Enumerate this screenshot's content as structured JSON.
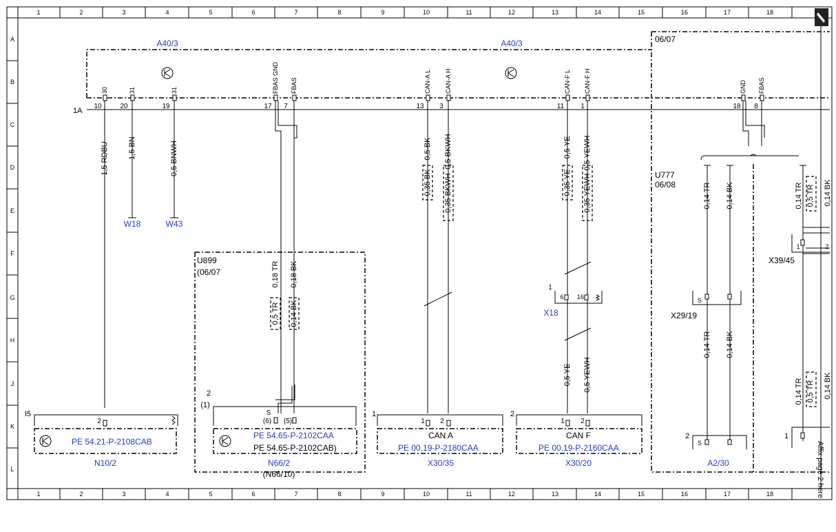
{
  "grid": {
    "columns": [
      "1",
      "2",
      "3",
      "4",
      "5",
      "6",
      "7",
      "8",
      "9",
      "10",
      "11",
      "12",
      "13",
      "14",
      "15",
      "16",
      "17",
      "18"
    ],
    "rows": [
      "A",
      "B",
      "C",
      "D",
      "E",
      "F",
      "G",
      "H",
      "J",
      "K",
      "L"
    ]
  },
  "labels": {
    "a40_left": "A40/3",
    "a40_mid": "A40/3",
    "date_top": "06/07",
    "bus_1a": "1A",
    "u777": "U777",
    "u777_date": "06/08",
    "u899": "U899",
    "u899_date": "(06/07",
    "w18": "W18",
    "w43": "W43",
    "x18": "X18",
    "x18_num": "1",
    "x29": "X29/19",
    "x39": "X39/45",
    "i5": "I5",
    "n10": "N10/2",
    "n66": "N66/2",
    "n66_paren": "(N66/10)",
    "x30_35": "X30/35",
    "x30_20": "X30/20",
    "a2_30": "A2/30",
    "can_a": "CAN A",
    "can_f": "CAN F",
    "n66_num": "2",
    "n66_num_paren": "(1)",
    "x30_35_num": "1",
    "x30_20_num": "2",
    "a2_30_num": "2",
    "right_num": "1",
    "affix": "Affix page 2 here"
  },
  "references": {
    "n10": "PE 54.21-P-2108CAB",
    "n66_a": "PE 54.65-P-2102CAA",
    "n66_b": "PE 54.65-P-2102CAB)",
    "x30_35": "PE 00.19-P-2180CAA",
    "x30_20": "PE 00.19-P-2160CAA"
  },
  "pins_top": {
    "p30": "30",
    "p31a": "31",
    "p31b": "31",
    "fbas_gnd": "FBAS GND",
    "fbas": "FBAS",
    "can_al": "CAN-A L",
    "can_ah": "CAN-A H",
    "can_fl": "CAN-F L",
    "can_fh": "CAN-F H",
    "gnd_r": "GND",
    "fbas_r": "FBAS"
  },
  "pin_numbers": {
    "n10": "10",
    "n20": "20",
    "n19": "19",
    "n17": "17",
    "n7": "7",
    "n13": "13",
    "n3": "3",
    "n11": "11",
    "n1": "1",
    "n18": "18",
    "n8": "8"
  },
  "wires": {
    "w1": "1,5 RDBU",
    "w2": "1,5 BN",
    "w3": "0,5 BNWH",
    "w4": "0,18 TR",
    "w5": "0,18 BK",
    "w4b": "0,5 TR",
    "w5b": "0,14 BK",
    "w6": "0,5 BK",
    "w7": "0,5 BKWH",
    "w6b": "0,35 BK",
    "w7b": "0,35 BKWH",
    "w8": "0,5 YE",
    "w9": "0,5 YEWH",
    "w8b": "0,35 YE",
    "w9b": "0,35 YEWH",
    "w8c": "0,5 YE",
    "w9c": "0,5 YEWH",
    "w10": "0,14 TR",
    "w11": "0,14 BK",
    "w10b": "0,14 TR",
    "w11b": "0,14 BK",
    "w12": "0,14 TR",
    "w12b": "0,5 TR",
    "w12c": "0,14 BK",
    "w13": "0,14 TR",
    "w13b": "0,5 TR",
    "w13c": "0,14 BK"
  },
  "connector_pins": {
    "x18_6": "6",
    "x18_16": "16",
    "n10_2": "2",
    "n66_s": "S",
    "n66_6": "(6)",
    "n66_5": "(5)",
    "x30a_1": "1",
    "x30a_2": "2",
    "x30f_1": "1",
    "x30f_2": "2",
    "x29_s": "S",
    "a2_s": "S",
    "x39_1": "1",
    "x39_2": "2"
  },
  "colors": {
    "link": "#1f3bd6",
    "line": "#000000"
  }
}
